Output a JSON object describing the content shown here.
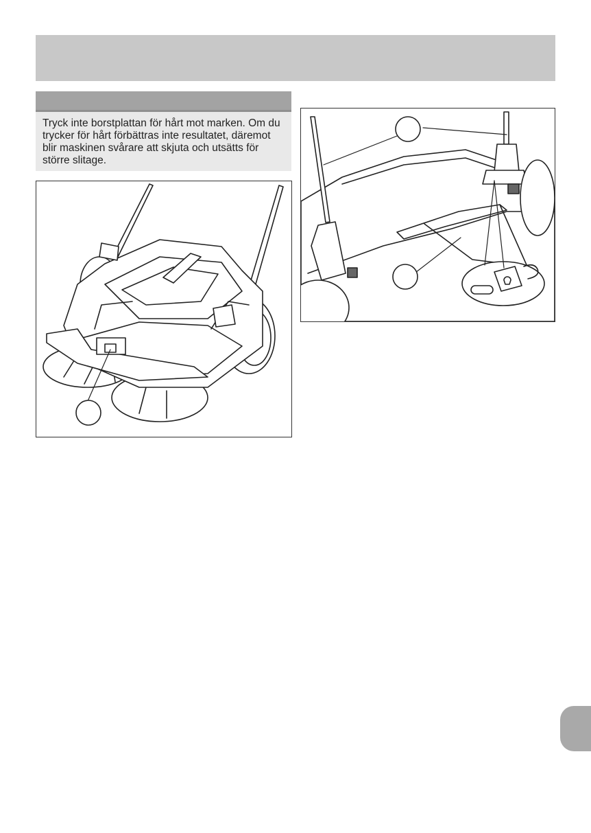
{
  "note": {
    "text": "Tryck inte borstplattan för hårt mot marken. Om du trycker för hårt förbättras inte resultatet, däremot blir maskinen svårare att skjuta och utsätts för större slitage."
  },
  "colors": {
    "header_bar": "#c8c8c8",
    "note_header": "#a3a3a3",
    "note_background": "#e9e9e9",
    "side_tab": "#a9a9a9"
  },
  "figures": {
    "left": {
      "icon": "sweeper-front-illustration"
    },
    "right": {
      "icon": "sweeper-handle-mount-illustration"
    }
  }
}
